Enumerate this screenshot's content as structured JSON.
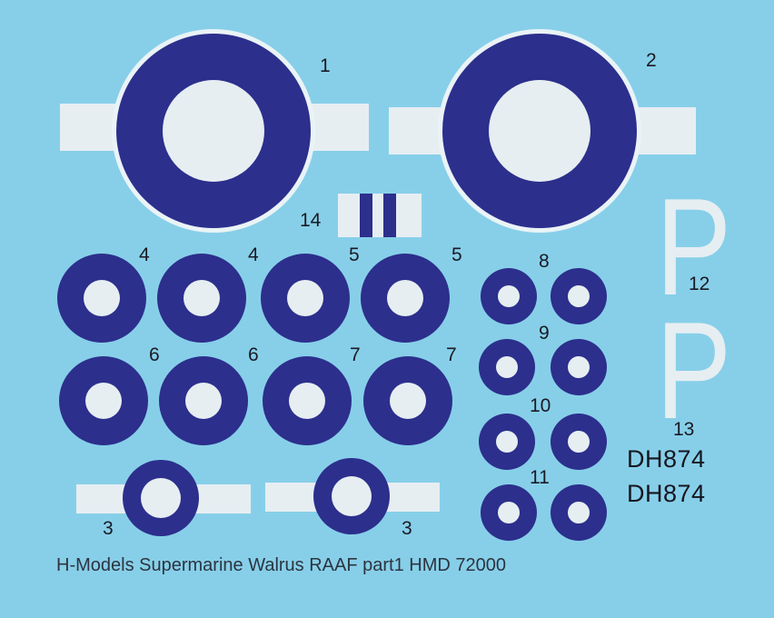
{
  "colors": {
    "background": "#87cfe9",
    "roundel_blue": "#2c2f8c",
    "white": "#e6eef2",
    "text": "#1a1a24"
  },
  "decal_numbers": {
    "n1": "1",
    "n2": "2",
    "n3a": "3",
    "n3b": "3",
    "n4a": "4",
    "n4b": "4",
    "n5a": "5",
    "n5b": "5",
    "n6a": "6",
    "n6b": "6",
    "n7a": "7",
    "n7b": "7",
    "n8": "8",
    "n9": "9",
    "n10": "10",
    "n11": "11",
    "n12": "12",
    "n13": "13",
    "n14": "14"
  },
  "letters": {
    "p_top": "P",
    "p_bottom": "P"
  },
  "serials": {
    "s1": "DH874",
    "s2": "DH874"
  },
  "caption": "H-Models Supermarine Walrus RAAF part1 HMD 72000"
}
